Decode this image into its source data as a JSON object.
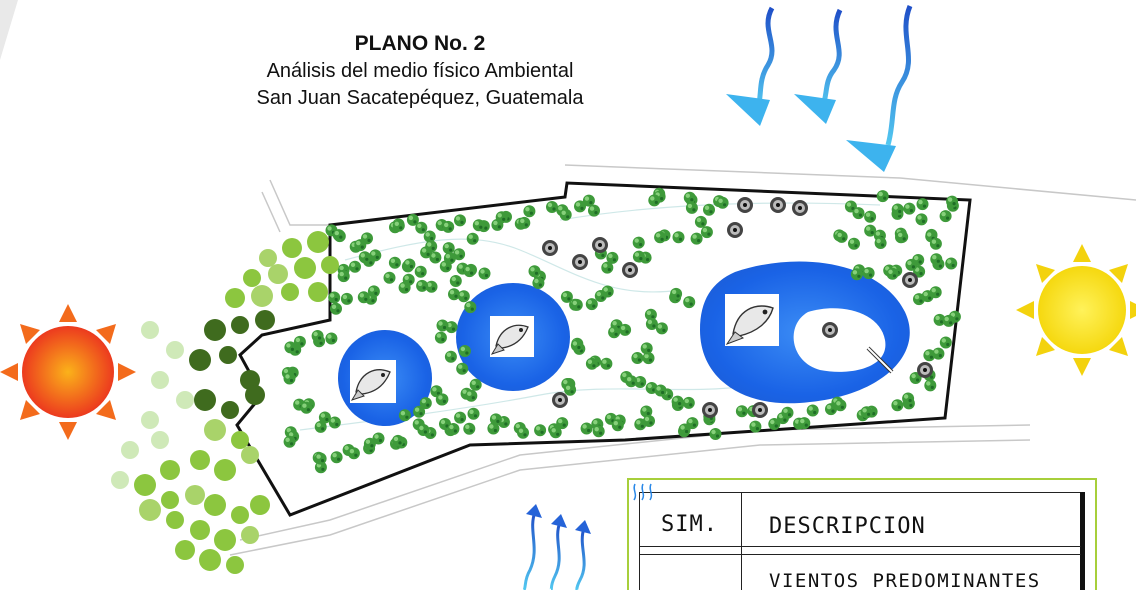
{
  "title": {
    "heading": "PLANO No. 2",
    "subtitle": "Análisis del medio físico  Ambiental",
    "location": "San Juan Sacatepéquez, Guatemala"
  },
  "legend": {
    "col_symbol": "SIM.",
    "col_description": "DESCRIPCION",
    "rows": [
      {
        "icon": "wind-arrows-icon",
        "description": "VIENTOS PREDOMINANTES"
      }
    ]
  },
  "colors": {
    "water": "#1f6ff0",
    "vegetation": "#2e9a3a",
    "lime_trees": "#8cc63f",
    "sun_east": "#f7e21b",
    "sun_west": "#f36b1c",
    "wind": "#2a88e8",
    "legend_border": "#a7cf3b"
  },
  "symbols": [
    "sun-icon",
    "sun-icon",
    "wind-arrow-icon",
    "fish-icon",
    "tree-icon"
  ]
}
